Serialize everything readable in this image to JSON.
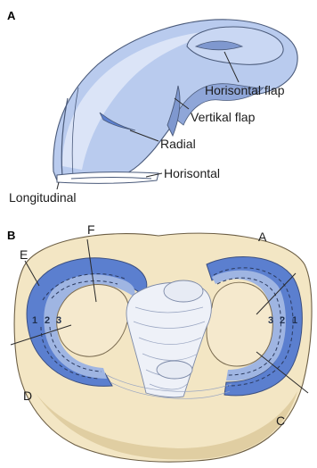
{
  "panel_a": {
    "letter": "A",
    "labels": {
      "horizontal_flap": "Horisontal flap",
      "vertical_flap": "Vertikal flap",
      "radial": "Radial",
      "horizontal": "Horisontal",
      "longitudinal": "Longitudinal"
    }
  },
  "panel_b": {
    "letter": "B",
    "region_labels": [
      "A",
      "C",
      "D",
      "E",
      "F"
    ],
    "zones_left": [
      "1",
      "2",
      "3"
    ],
    "zones_right": [
      "3",
      "2",
      "1"
    ]
  },
  "colors": {
    "meniscus_blue": "#9fb5e2",
    "meniscus_dark": "#5b7fcf",
    "meniscus_light": "#dbe4f7",
    "bone": "#f3e6c4",
    "bone_shadow": "#d9c79c",
    "outline": "#4a5a7a"
  }
}
